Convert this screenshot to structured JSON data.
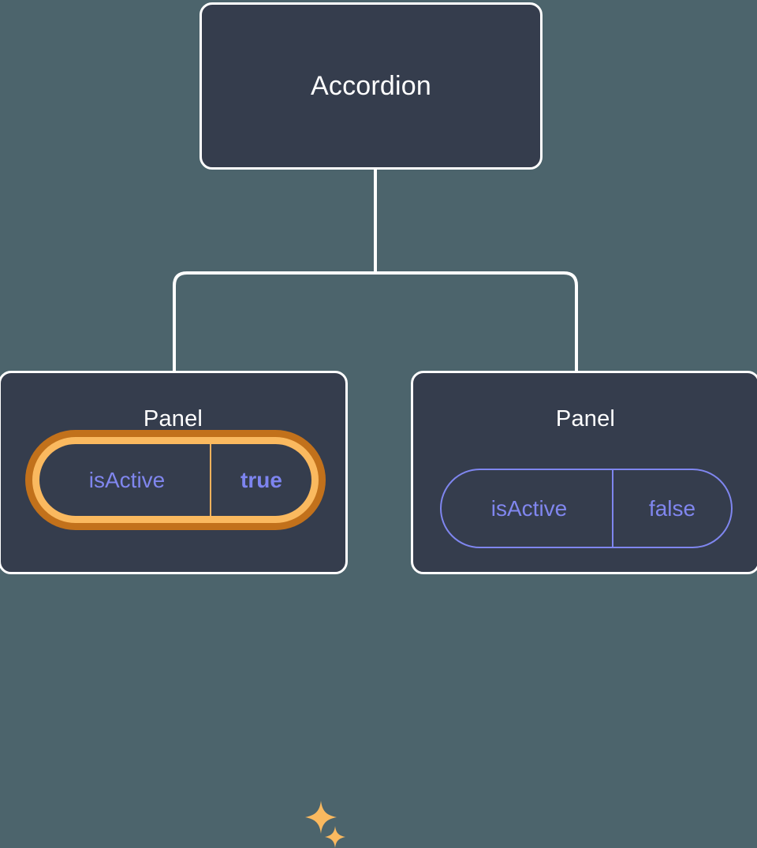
{
  "diagram": {
    "type": "component-tree",
    "background_color": "#4c646c",
    "node_fill": "#353d4d",
    "node_border": "#ffffff",
    "accent_highlight": "#fab95f",
    "accent_highlight_outer": "#c2711b",
    "prop_color": "#8086ee",
    "root": {
      "title": "Accordion"
    },
    "children": [
      {
        "title": "Panel",
        "highlighted": true,
        "prop": {
          "key": "isActive",
          "value": "true"
        },
        "sparkles": [
          "sparkle-large-icon",
          "sparkle-small-icon"
        ]
      },
      {
        "title": "Panel",
        "highlighted": false,
        "prop": {
          "key": "isActive",
          "value": "false"
        }
      }
    ]
  }
}
